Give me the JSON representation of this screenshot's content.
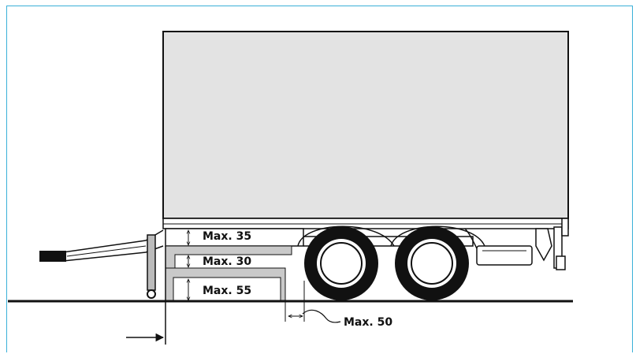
{
  "colors": {
    "frame": "#3ab0d8",
    "body_fill": "#e3e3e3",
    "bracket_fill": "#c9c9c9",
    "ink": "#111111"
  },
  "labels": {
    "max35": "Max. 35",
    "max30": "Max. 30",
    "max55": "Max. 55",
    "max50": "Max. 50"
  }
}
